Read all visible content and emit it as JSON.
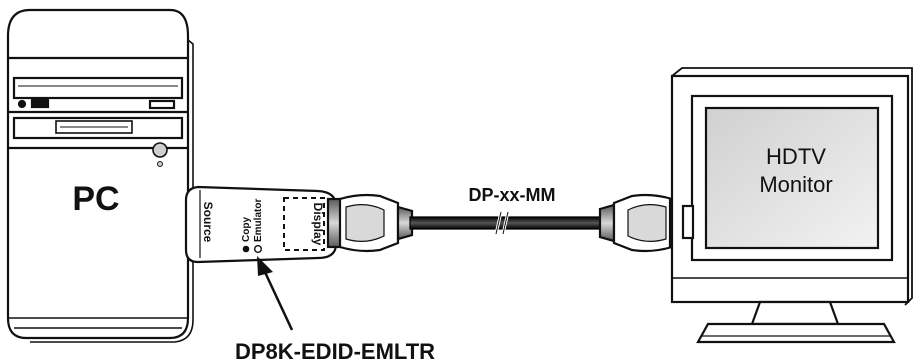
{
  "pc": {
    "label": "PC"
  },
  "emulator": {
    "source_label": "Source",
    "display_label": "Display",
    "switch_option_1": "Copy",
    "switch_option_2": "Emulator",
    "model_label": "DP8K-EDID-EMLTR"
  },
  "cable": {
    "label": "DP-xx-MM"
  },
  "monitor": {
    "line1": "HDTV",
    "line2": "Monitor"
  },
  "colors": {
    "stroke": "#111111",
    "fill": "#ffffff",
    "screen": "#e6e6e6",
    "metal": "#b8b8b8",
    "cable": "#1a1a1a"
  }
}
